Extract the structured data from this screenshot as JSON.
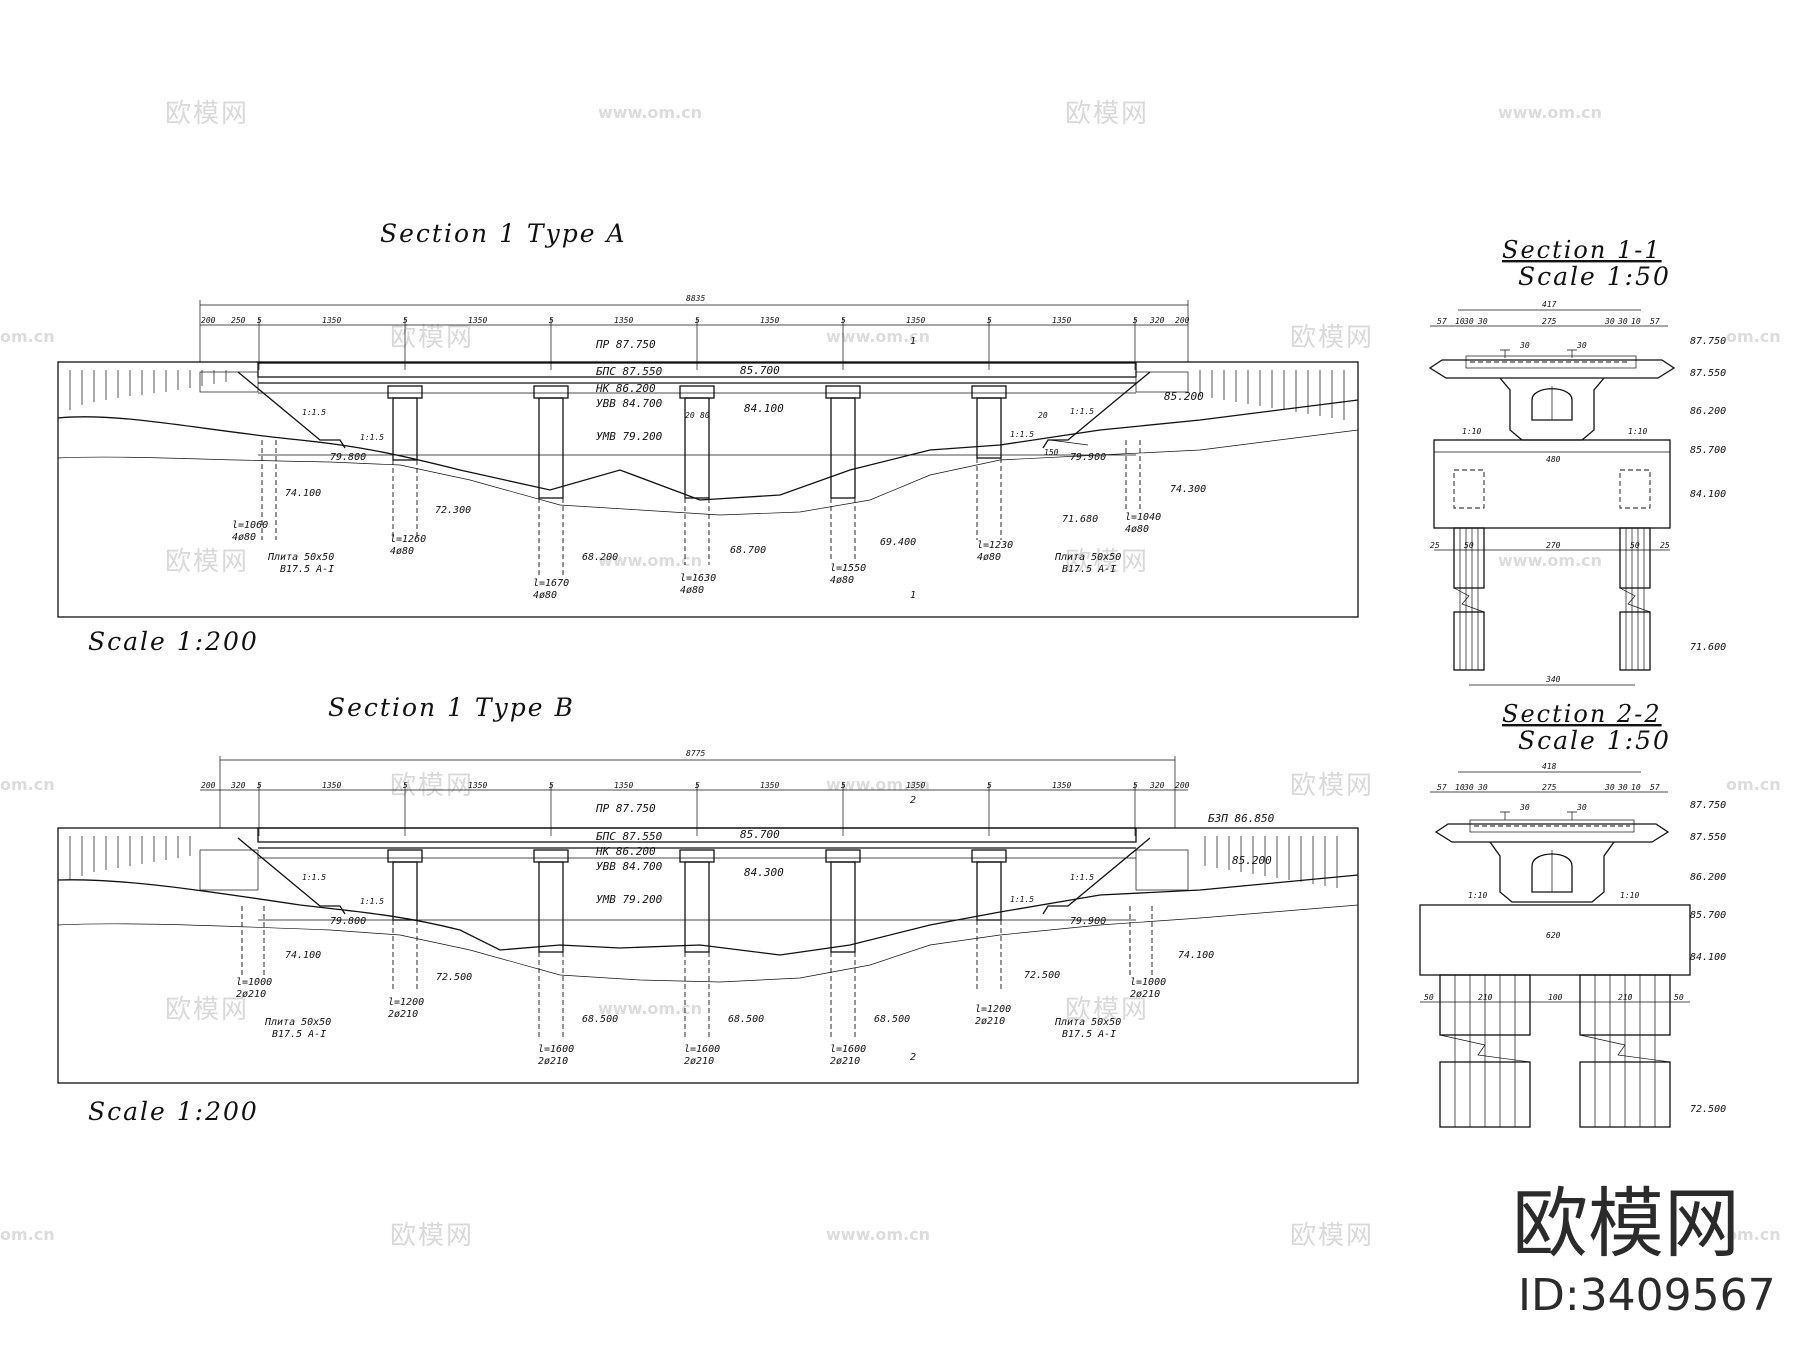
{
  "section_a": {
    "title": "Section 1 Type A",
    "scale": "Scale 1:200",
    "overall_dim": "8835",
    "span_dims": [
      "200",
      "250",
      "5",
      "1350",
      "5",
      "1350",
      "5",
      "1350",
      "5",
      "1350",
      "5",
      "1350",
      "5",
      "1350",
      "5",
      "320",
      "200"
    ],
    "levels": {
      "pr": "ПР 87.750",
      "bps": "БПС 87.550",
      "nk": "НК 86.200",
      "uvv": "УВВ 84.700",
      "umv": "УМВ 79.200",
      "top_right": "85.700",
      "mid": "84.100",
      "right": "85.200"
    },
    "slopes": [
      "1:1.5",
      "1:1.5",
      "1:1.5",
      "1:1.5"
    ],
    "ground": [
      "79.800",
      "79.900",
      "74.100",
      "74.300",
      "72.300",
      "71.680",
      "68.200",
      "68.700",
      "69.400"
    ],
    "piles": [
      {
        "length": "l=1060",
        "count": "4ø80"
      },
      {
        "length": "l=1260",
        "count": "4ø80"
      },
      {
        "length": "l=1670",
        "count": "4ø80"
      },
      {
        "length": "l=1630",
        "count": "4ø80"
      },
      {
        "length": "l=1550",
        "count": "4ø80"
      },
      {
        "length": "l=1230",
        "count": "4ø80"
      },
      {
        "length": "l=1040",
        "count": "4ø80"
      }
    ],
    "slab_left": [
      "Плита 50х50",
      "В17.5 А-I"
    ],
    "slab_right": [
      "Плита 50х50",
      "В17.5 А-I"
    ],
    "cut_marks": [
      "1",
      "1"
    ],
    "small": [
      "20",
      "80",
      "20",
      "150"
    ]
  },
  "section_b": {
    "title": "Section 1 Type B",
    "scale": "Scale 1:200",
    "overall_dim": "8775",
    "span_dims": [
      "200",
      "320",
      "5",
      "1350",
      "5",
      "1350",
      "5",
      "1350",
      "5",
      "1350",
      "5",
      "1350",
      "5",
      "1350",
      "5",
      "320",
      "200"
    ],
    "levels": {
      "pr": "ПР 87.750",
      "bps": "БПС 87.550",
      "nk": "НК 86.200",
      "uvv": "УВВ 84.700",
      "umv": "УМВ 79.200",
      "bzp": "БЗП 86.850",
      "top_right": "85.700",
      "mid": "84.300",
      "right": "85.200"
    },
    "slopes": [
      "1:1.5",
      "1:1.5",
      "1:1.5",
      "1:1.5"
    ],
    "ground": [
      "79.800",
      "79.900",
      "74.100",
      "74.100",
      "72.500",
      "72.500",
      "68.500",
      "68.500",
      "68.500"
    ],
    "piles": [
      {
        "length": "l=1000",
        "count": "2ø210"
      },
      {
        "length": "l=1200",
        "count": "2ø210"
      },
      {
        "length": "l=1600",
        "count": "2ø210"
      },
      {
        "length": "l=1600",
        "count": "2ø210"
      },
      {
        "length": "l=1600",
        "count": "2ø210"
      },
      {
        "length": "l=1200",
        "count": "2ø210"
      },
      {
        "length": "l=1000",
        "count": "2ø210"
      }
    ],
    "slab_left": [
      "Плита 50х50",
      "В17.5 А-I"
    ],
    "slab_right": [
      "Плита 50х50",
      "В17.5 А-I"
    ],
    "cut_marks": [
      "2",
      "2"
    ]
  },
  "section_11": {
    "title": "Section 1-1",
    "scale": "Scale 1:50",
    "top_dim": "417",
    "sub_dims": [
      "57",
      "10",
      "30",
      "30",
      "275",
      "30",
      "30",
      "10",
      "57"
    ],
    "mid_dim": "480",
    "pile_dims": [
      "25",
      "50",
      "270",
      "50",
      "25"
    ],
    "bottom_dim": "340",
    "slopes": [
      "1:10",
      "1:10"
    ],
    "marks": [
      "30",
      "30"
    ],
    "elevations": [
      "87.750",
      "87.550",
      "86.200",
      "85.700",
      "84.100",
      "71.600"
    ]
  },
  "section_22": {
    "title": "Section 2-2",
    "scale": "Scale 1:50",
    "top_dim": "418",
    "sub_dims": [
      "57",
      "10",
      "30",
      "30",
      "275",
      "30",
      "30",
      "10",
      "57"
    ],
    "mid_dim": "620",
    "pile_dims": [
      "50",
      "210",
      "100",
      "210",
      "50"
    ],
    "slopes": [
      "1:10",
      "1:10"
    ],
    "marks": [
      "30",
      "30"
    ],
    "elevations": [
      "87.750",
      "87.550",
      "86.200",
      "85.700",
      "84.100",
      "72.500"
    ]
  },
  "watermark": {
    "logo_text": "欧模网",
    "url": "www.om.cn",
    "url_edge": "om.cn"
  },
  "brand": {
    "name": "欧模网",
    "id": "ID:3409567"
  }
}
